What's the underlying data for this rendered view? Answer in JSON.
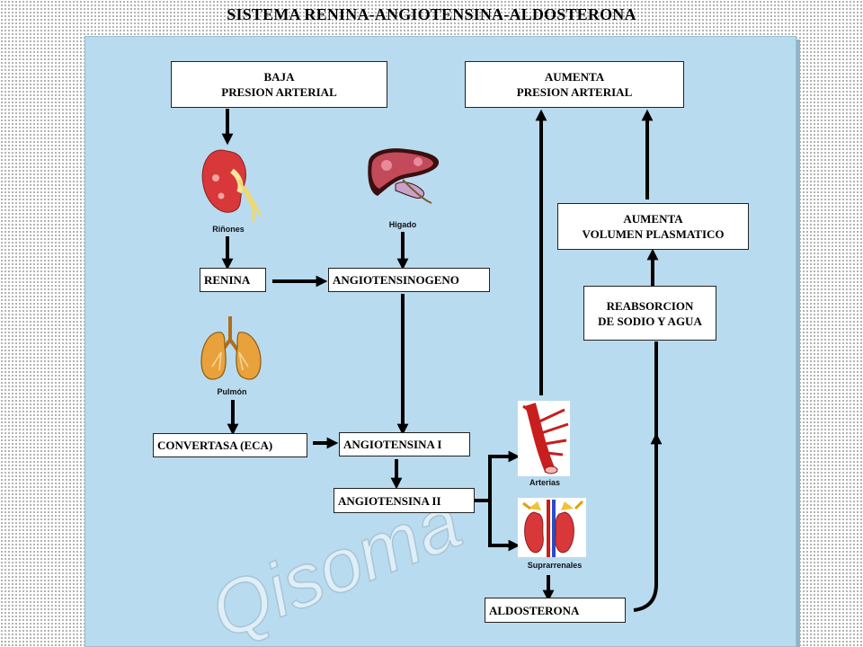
{
  "title": "SISTEMA RENINA-ANGIOTENSINA-ALDOSTERONA",
  "boxes": {
    "baja_presion": [
      "BAJA",
      "PRESION ARTERIAL"
    ],
    "aumenta_presion": [
      "AUMENTA",
      "PRESION ARTERIAL"
    ],
    "aumenta_volumen": [
      "AUMENTA",
      "VOLUMEN PLASMATICO"
    ],
    "reabsorcion": [
      "REABSORCION",
      "DE SODIO Y AGUA"
    ],
    "renina": "RENINA",
    "angiotensinogeno": "ANGIOTENSINOGENO",
    "convertasa": "CONVERTASA (ECA)",
    "angiotensina_1": "ANGIOTENSINA  I",
    "angiotensina_2": "ANGIOTENSINA  II",
    "aldosterona": "ALDOSTERONA"
  },
  "captions": {
    "rinones": "Riñones",
    "higado": "Higado",
    "pulmon": "Pulmón",
    "arterias": "Arterias",
    "suprarrenales": "Suprarrenales"
  },
  "watermark": "Qisoma",
  "colors": {
    "panel": "#b9dbef",
    "arrow": "#000000",
    "kidney": "#d8383a",
    "liver": "#b8233a",
    "lung": "#e9a23b"
  }
}
